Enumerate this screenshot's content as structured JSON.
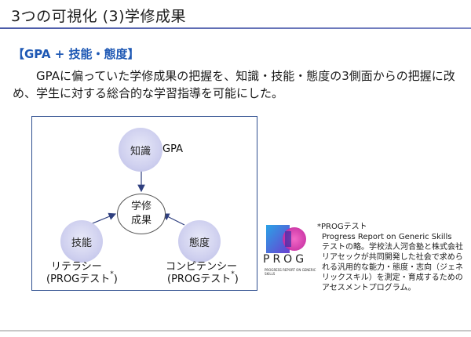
{
  "slide": {
    "title": "3つの可視化 (3)学修成果"
  },
  "section": {
    "heading": "【GPA + 技能・態度】",
    "body": "GPAに偏っていた学修成果の把握を、知識・技能・態度の3側面からの把握に改め、学生に対する総合的な学習指導を可能にした。"
  },
  "diagram": {
    "center_line1": "学修",
    "center_line2": "成果",
    "knowledge": {
      "circle": "知識",
      "label": "GPA"
    },
    "skill": {
      "circle": "技能",
      "label": "リテラシー",
      "sub": "(PROGテスト",
      "mark": "*",
      "close": ")"
    },
    "attitude": {
      "circle": "態度",
      "label": "コンピテンシー",
      "sub": "(PROGテスト",
      "mark": "*",
      "close": ")"
    }
  },
  "logo": {
    "word": "PROG",
    "tagline": "PROGRESS REPORT ON GENERIC SKILLS"
  },
  "note": {
    "line1": "*PROGテスト",
    "line2": "Progress Report on Generic Skills",
    "line3": "テストの略。学校法人河合塾と株式会社リアセックが共同開発した社会で求められる汎用的な能力・態度・志向（ジェネリックスキル）を測定・育成するためのアセスメントプログラム。"
  },
  "colors": {
    "accent": "#1e58b4",
    "frame": "#2f4f8f",
    "circle": "#cfd0ef",
    "arrow": "#2f3f7f"
  }
}
